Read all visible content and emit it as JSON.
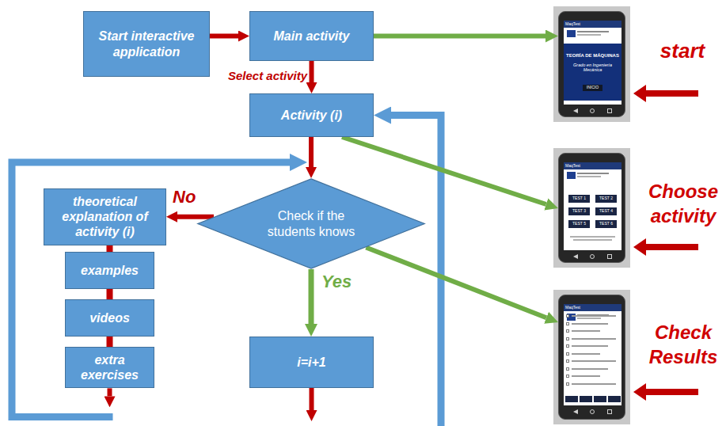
{
  "diagram": {
    "nodes": [
      {
        "text": [
          "Start interactive application"
        ]
      },
      {
        "text": [
          "Main activity"
        ]
      },
      {
        "text": [
          "Activity (i)"
        ]
      },
      {
        "text": [
          "Check if the students knows"
        ]
      },
      {
        "text": [
          "theoretical explanation of activity (i)"
        ]
      },
      {
        "text": [
          "examples"
        ]
      },
      {
        "text": [
          "videos"
        ]
      },
      {
        "text": [
          "extra exercises"
        ]
      },
      {
        "text": [
          "i=i+1"
        ]
      },
      {
        "text": [
          "MaqTest",
          "TEORÍA DE MÁQUINAS",
          "Grado en Ingeniería Mecánica",
          "INICIO"
        ]
      },
      {
        "text": [
          "MaqTest",
          "TEST 1",
          "TEST 2",
          "TEST 3",
          "TEST 4",
          "TEST 5",
          "TEST 6"
        ]
      },
      {
        "text": [
          "MaqTest"
        ]
      }
    ],
    "edges": [
      {
        "from": 0,
        "to": 1,
        "arrow": "to"
      },
      {
        "from": 1,
        "to": 2,
        "arrow": "to",
        "label": "Select activity"
      },
      {
        "from": 2,
        "to": 3,
        "arrow": "to"
      },
      {
        "from": 3,
        "to": 4,
        "arrow": "to",
        "label": "No"
      },
      {
        "from": 3,
        "to": 8,
        "arrow": "to",
        "label": "Yes"
      },
      {
        "from": 4,
        "to": 5,
        "arrow": "none"
      },
      {
        "from": 5,
        "to": 6,
        "arrow": "none"
      },
      {
        "from": 6,
        "to": 7,
        "arrow": "none"
      },
      {
        "from": 7,
        "to": 3,
        "arrow": "to"
      },
      {
        "from": 8,
        "to": 2,
        "arrow": "to"
      },
      {
        "from": 1,
        "to": 9,
        "arrow": "to"
      },
      {
        "from": 2,
        "to": 10,
        "arrow": "to"
      },
      {
        "from": 3,
        "to": 11,
        "arrow": "to"
      }
    ],
    "labels": [
      "start",
      "Choose activity",
      "Check Results"
    ]
  }
}
